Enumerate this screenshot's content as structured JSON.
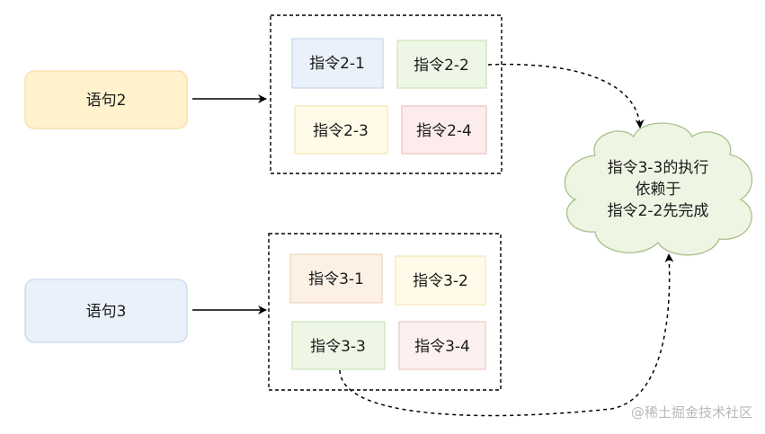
{
  "statements": [
    {
      "label": "语句2",
      "fill": "#fff2cc",
      "stroke": "#f7dca4"
    },
    {
      "label": "语句3",
      "fill": "#eaf1fb",
      "stroke": "#c9d7ec"
    }
  ],
  "group2": [
    {
      "label": "指令2-1",
      "fill": "#eaf1fb",
      "stroke": "#c9d7ec"
    },
    {
      "label": "指令2-2",
      "fill": "#eef7e6",
      "stroke": "#cfe3bd"
    },
    {
      "label": "指令2-3",
      "fill": "#fffbe8",
      "stroke": "#f3e6b8"
    },
    {
      "label": "指令2-4",
      "fill": "#fdecec",
      "stroke": "#efc5c5"
    }
  ],
  "group3": [
    {
      "label": "指令3-1",
      "fill": "#fdf1e6",
      "stroke": "#f0d7bf"
    },
    {
      "label": "指令3-2",
      "fill": "#fffbe8",
      "stroke": "#f3e6b8"
    },
    {
      "label": "指令3-3",
      "fill": "#eef7e6",
      "stroke": "#cfe3bd"
    },
    {
      "label": "指令3-4",
      "fill": "#fdf0f0",
      "stroke": "#efcaca"
    }
  ],
  "cloud": {
    "lines": [
      "指令3-3的执行",
      "依赖于",
      "指令2-2先完成"
    ],
    "fill": "#eef5e3",
    "stroke": "#a9c08a"
  },
  "watermark": "@稀土掘金技术社区"
}
